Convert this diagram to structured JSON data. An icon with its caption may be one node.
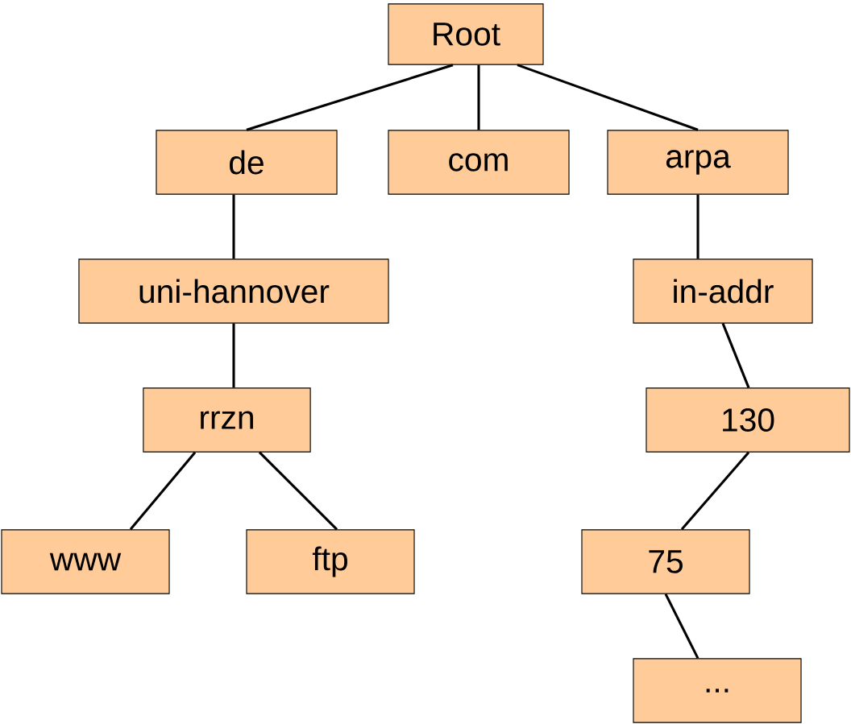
{
  "diagram": {
    "nodes": [
      {
        "text": [
          "Root"
        ]
      },
      {
        "text": [
          "de"
        ]
      },
      {
        "text": [
          "com"
        ]
      },
      {
        "text": [
          "arpa"
        ]
      },
      {
        "text": [
          "uni-hannover"
        ]
      },
      {
        "text": [
          "in-addr"
        ]
      },
      {
        "text": [
          "rrzn"
        ]
      },
      {
        "text": [
          "130"
        ]
      },
      {
        "text": [
          "www"
        ]
      },
      {
        "text": [
          "ftp"
        ]
      },
      {
        "text": [
          "75"
        ]
      },
      {
        "text": [
          "..."
        ]
      }
    ],
    "edges": [
      {
        "from": 0,
        "to": 1,
        "arrow": "none"
      },
      {
        "from": 0,
        "to": 2,
        "arrow": "none"
      },
      {
        "from": 0,
        "to": 3,
        "arrow": "none"
      },
      {
        "from": 1,
        "to": 4,
        "arrow": "none"
      },
      {
        "from": 3,
        "to": 5,
        "arrow": "none"
      },
      {
        "from": 4,
        "to": 6,
        "arrow": "none"
      },
      {
        "from": 5,
        "to": 7,
        "arrow": "none"
      },
      {
        "from": 6,
        "to": 8,
        "arrow": "none"
      },
      {
        "from": 6,
        "to": 9,
        "arrow": "none"
      },
      {
        "from": 7,
        "to": 10,
        "arrow": "none"
      },
      {
        "from": 10,
        "to": 11,
        "arrow": "none"
      }
    ]
  }
}
